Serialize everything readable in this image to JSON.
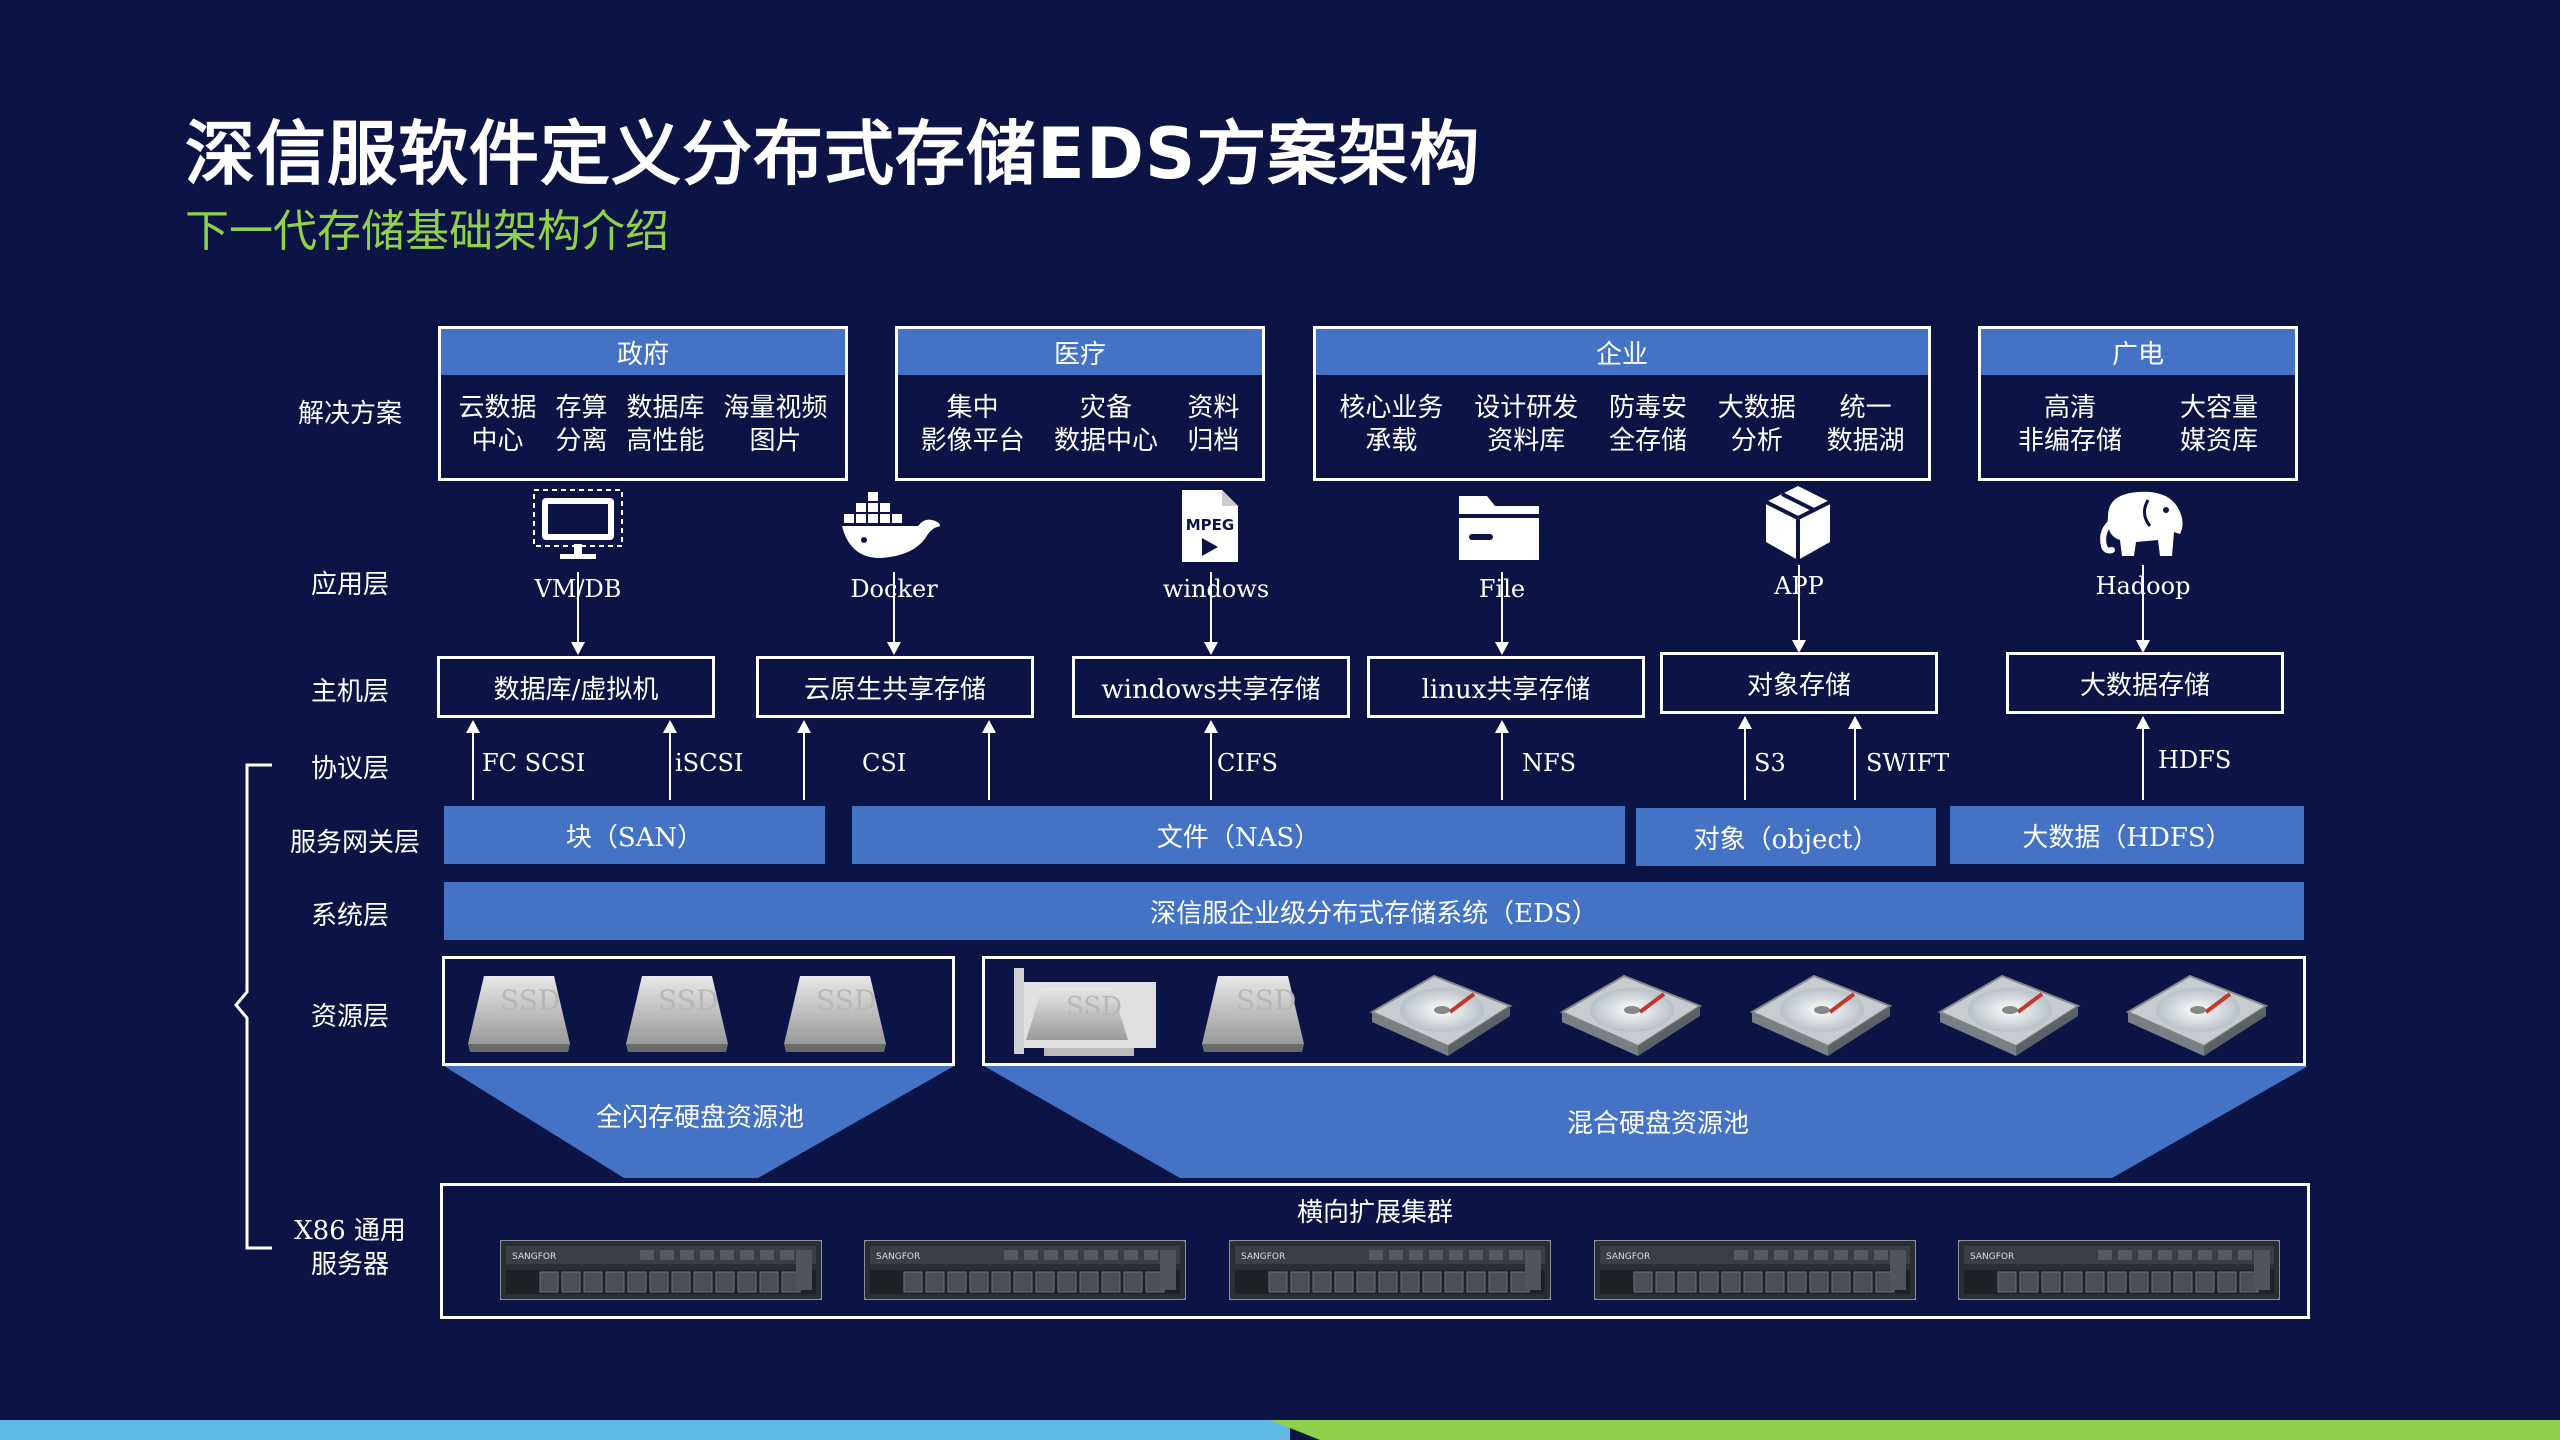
{
  "title": "深信服软件定义分布式存储EDS方案架构",
  "subtitle": "下一代存储基础架构介绍",
  "layers": {
    "solution": "解决方案",
    "app": "应用层",
    "host": "主机层",
    "protocol": "协议层",
    "gateway": "服务网关层",
    "system": "系统层",
    "resource": "资源层",
    "server": "X86 通用\n服务器"
  },
  "solutions": [
    {
      "name": "政府",
      "items": [
        "云数据\n中心",
        "存算\n分离",
        "数据库\n高性能",
        "海量视频\n图片"
      ]
    },
    {
      "name": "医疗",
      "items": [
        "集中\n影像平台",
        "灾备\n数据中心",
        "资料\n归档"
      ]
    },
    {
      "name": "企业",
      "items": [
        "核心业务\n承载",
        "设计研发\n资料库",
        "防毒安\n全存储",
        "大数据\n分析",
        "统一\n数据湖"
      ]
    },
    {
      "name": "广电",
      "items": [
        "高清\n非编存储",
        "大容量\n媒资库"
      ]
    }
  ],
  "apps": [
    {
      "label": "VM/DB",
      "icon": "monitor-icon"
    },
    {
      "label": "Docker",
      "icon": "docker-whale-icon"
    },
    {
      "label": "windows",
      "icon": "mpeg-file-icon"
    },
    {
      "label": "File",
      "icon": "folder-icon"
    },
    {
      "label": "APP",
      "icon": "cube-box-icon"
    },
    {
      "label": "Hadoop",
      "icon": "hadoop-elephant-icon"
    }
  ],
  "hosts": [
    "数据库/虚拟机",
    "云原生共享存储",
    "windows共享存储",
    "linux共享存储",
    "对象存储",
    "大数据存储"
  ],
  "protocols": [
    "FC SCSI",
    "iSCSI",
    "CSI",
    "CIFS",
    "NFS",
    "S3",
    "SWIFT",
    "HDFS"
  ],
  "gateways": [
    "块（SAN）",
    "文件（NAS）",
    "对象（object）",
    "大数据（HDFS）"
  ],
  "system": "深信服企业级分布式存储系统（EDS）",
  "pools": {
    "allflash": "全闪存硬盘资源池",
    "hybrid": "混合硬盘资源池",
    "ssd_label": "SSD"
  },
  "cluster": {
    "title": "横向扩展集群",
    "brand": "SANGFOR",
    "server_count": 5
  },
  "colors": {
    "background": "#0c1445",
    "accent_blue": "#4472c4",
    "subtitle_green": "#8fd14a"
  }
}
